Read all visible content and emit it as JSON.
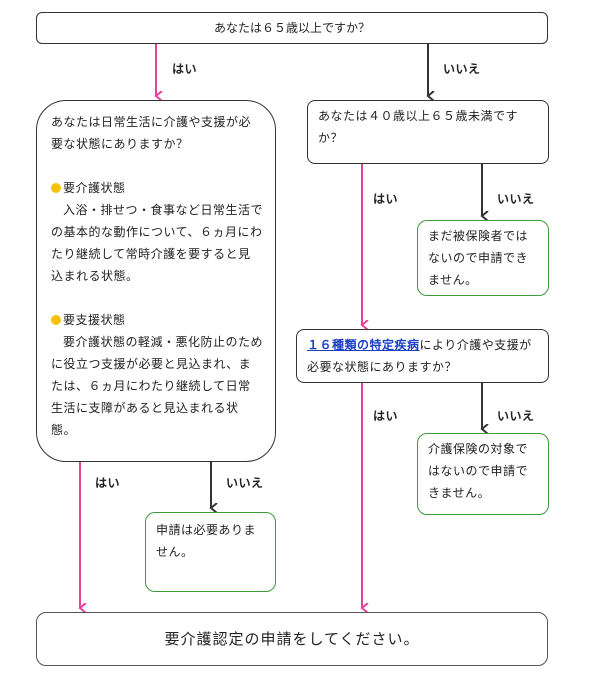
{
  "q1": {
    "text": "あなたは６５歳以上ですか？"
  },
  "q2": {
    "question": "あなたは日常生活に介護や支援が必要な状態にありますか？",
    "care_title": "要介護状態",
    "care_desc": "入浴・排せつ・食事など日常生活での基本的な動作について、６ヵ月にわたり継続して常時介護を要すると見込まれる状態。",
    "support_title": "要支援状態",
    "support_desc": "要介護状態の軽減・悪化防止のために役立つ支援が必要と見込まれ、または、６ヵ月にわたり継続して日常生活に支障があると見込まれる状態。"
  },
  "q3": {
    "text": "あなたは４０歳以上６５歳未満ですか？"
  },
  "q4": {
    "link_text": "１６種類の特定疾病",
    "text_after": "により介護や支援が必要な状態にありますか？"
  },
  "r1": {
    "text": "まだ被保険者ではないので申請できません。"
  },
  "r2": {
    "text": "介護保険の対象ではないので申請できません。"
  },
  "r3": {
    "text": "申請は必要ありません。"
  },
  "final": {
    "text": "要介護認定の申請をしてください。"
  },
  "labels": {
    "q1_yes": "はい",
    "q1_no": "いいえ",
    "q3_yes": "はい",
    "q3_no": "いいえ",
    "q4_yes": "はい",
    "q4_no": "いいえ",
    "q2_yes": "はい",
    "q2_no": "いいえ"
  },
  "colors": {
    "yes_arrow": "#e8419a",
    "no_arrow": "#333333",
    "result_border": "#3d9a3d",
    "bullet": "#f4c20d",
    "link": "#1a3fc9"
  }
}
